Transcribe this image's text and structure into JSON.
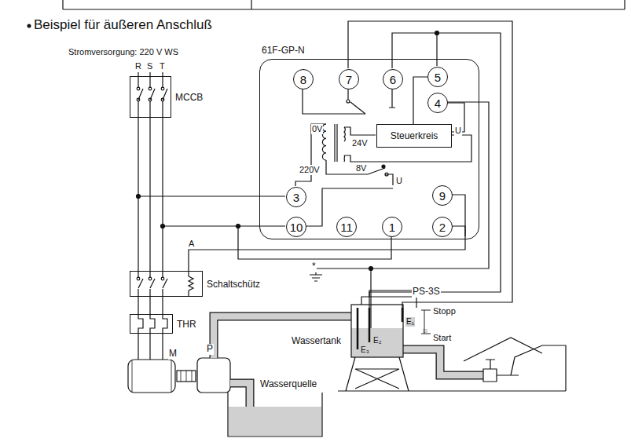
{
  "diagram": {
    "title": "Beispiel für äußeren Anschluß",
    "nodes": [
      {
        "text": [
          "61F-GP-N"
        ]
      },
      {
        "text": [
          "8"
        ],
        "in": 0
      },
      {
        "text": [
          "7"
        ],
        "in": 0
      },
      {
        "text": [
          "6"
        ],
        "in": 0
      },
      {
        "text": [
          "5"
        ],
        "in": 0
      },
      {
        "text": [
          "4"
        ],
        "in": 0
      },
      {
        "text": [
          "Steuerkreis"
        ],
        "in": 0
      },
      {
        "text": [
          "3"
        ],
        "in": 0
      },
      {
        "text": [
          "9"
        ],
        "in": 0
      },
      {
        "text": [
          "10"
        ],
        "in": 0
      },
      {
        "text": [
          "11"
        ],
        "in": 0
      },
      {
        "text": [
          "1"
        ],
        "in": 0
      },
      {
        "text": [
          "2"
        ],
        "in": 0
      },
      {
        "text": [
          "MCCB"
        ]
      },
      {
        "text": [
          "Schaltschütz"
        ]
      },
      {
        "text": [
          "THR"
        ]
      }
    ],
    "edges": [
      {
        "from": 6,
        "to": 4,
        "arrow": "none"
      },
      {
        "from": 6,
        "to": 5,
        "arrow": "none"
      },
      {
        "from": 13,
        "to": 14,
        "arrow": "none"
      },
      {
        "from": 14,
        "to": 15,
        "arrow": "none"
      }
    ],
    "labels": [
      "Stromversorgung: 220 V WS",
      "R",
      "S",
      "T",
      "0V",
      "24V",
      "8V",
      "220V",
      "U",
      "U",
      "A",
      "*",
      "PS-3S",
      "Stopp",
      "Start",
      "E₁",
      "E₂",
      "E₃",
      "Wassertank",
      "Wasserquelle",
      "M",
      "P"
    ]
  }
}
